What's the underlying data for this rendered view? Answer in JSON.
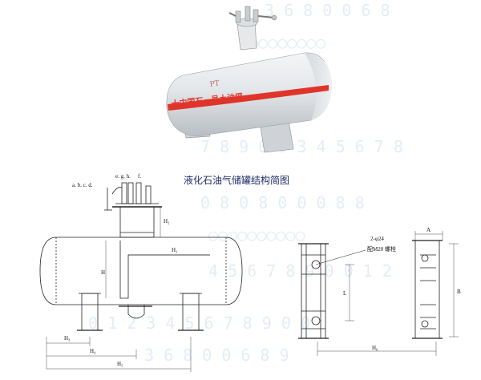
{
  "title": "液化石油气储罐结构简图",
  "tank_marking_top": "PT",
  "tank_marking_side": "十中国石一号土油坪",
  "colors": {
    "title": "#1c2a66",
    "tank_stripe": "#e0342a",
    "tank_body": "#e9ecef",
    "line": "#222222",
    "background_pattern": "#e3edf6"
  },
  "nozzle_labels": {
    "left": "a. b. c. d.",
    "middle": "e. g. h.",
    "right": "f."
  },
  "dimension_labels": {
    "nozzle_height": "H₂",
    "top_length": "H₁",
    "vessel_height": "H",
    "bottom_1": "H₃",
    "bottom_2": "H₄",
    "bottom_3": "H₅",
    "bolt_spacing": "L",
    "support_base": "H₆",
    "support_width": "A",
    "support_height": "B"
  },
  "bolt_note": {
    "line1": "2-φ24",
    "line2": "配M20 螺栓"
  }
}
